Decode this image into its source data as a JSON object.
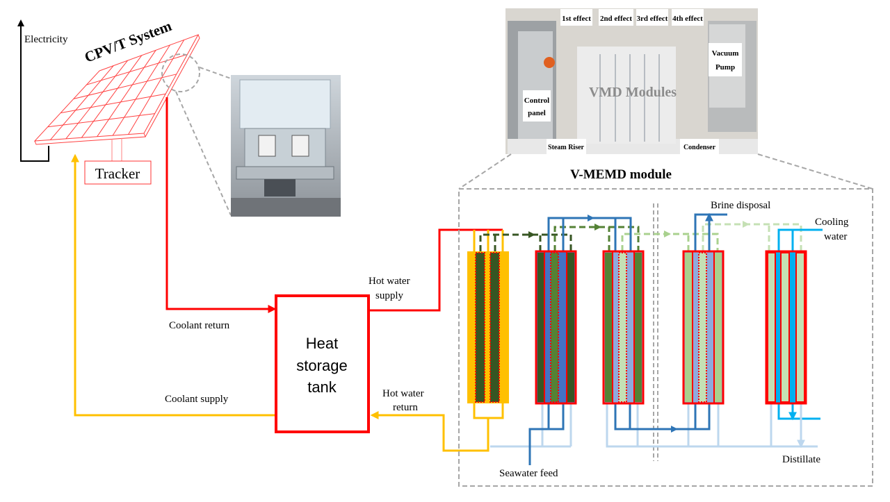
{
  "cpvt": {
    "title": "CPV/T System",
    "electricity": "Electricity",
    "tracker": "Tracker"
  },
  "flows": {
    "coolant_return": "Coolant return",
    "coolant_supply": "Coolant supply",
    "hot_water_supply_1": "Hot water",
    "hot_water_supply_2": "supply",
    "hot_water_return_1": "Hot water",
    "hot_water_return_2": "return"
  },
  "tank": {
    "line1": "Heat",
    "line2": "storage",
    "line3": "tank"
  },
  "module": {
    "title": "V-MEMD module",
    "brine": "Brine disposal",
    "cooling_1": "Cooling",
    "cooling_2": "water",
    "distillate": "Distillate",
    "seawater": "Seawater feed"
  },
  "photo": {
    "effect1": "1st effect",
    "effect2": "2nd effect",
    "effect3": "3rd effect",
    "effect4": "4th effect",
    "vmd": "VMD Modules",
    "control_1": "Control",
    "control_2": "panel",
    "vacuum_1": "Vacuum",
    "vacuum_2": "Pump",
    "steam": "Steam Riser",
    "condenser": "Condenser"
  },
  "colors": {
    "hot": "#ff0000",
    "coolant": "#ffc000",
    "seawater": "#2e75b6",
    "distillate": "#bdd7ee",
    "cooling": "#00b0f0",
    "vapor1": "#375623",
    "vapor2": "#548235",
    "vapor3": "#a9d18e"
  }
}
